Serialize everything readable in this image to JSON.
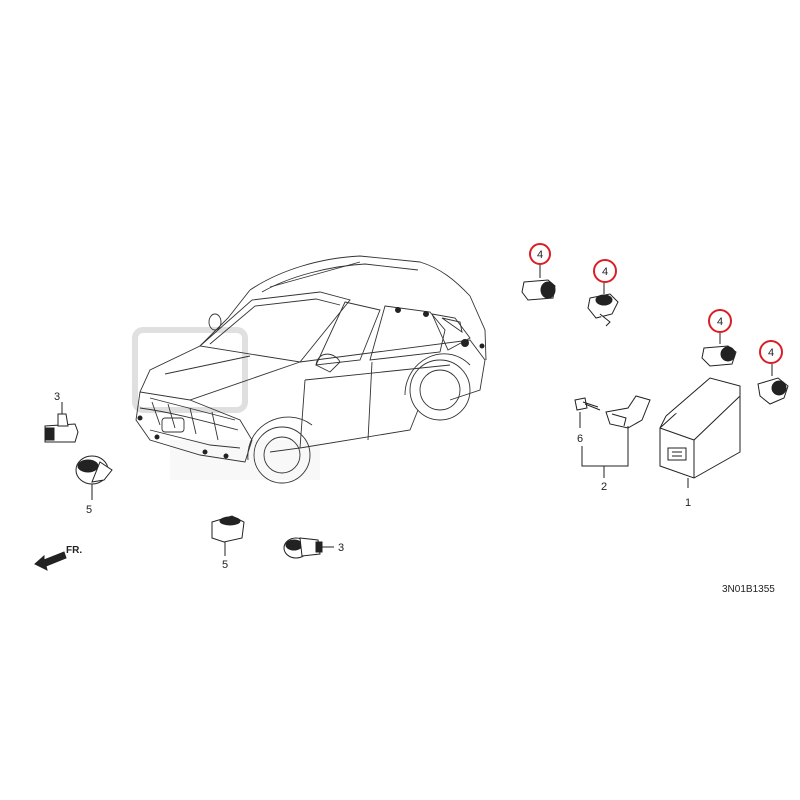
{
  "diagram": {
    "code": "3N01B1355",
    "direction": "FR.",
    "callouts": {
      "c1": "1",
      "c2": "2",
      "c3a": "3",
      "c3b": "3",
      "c4a": "4",
      "c4b": "4",
      "c4c": "4",
      "c4d": "4",
      "c5a": "5",
      "c5b": "5",
      "c6": "6"
    },
    "highlight_color": "#d81f26",
    "line_color": "#222222"
  }
}
